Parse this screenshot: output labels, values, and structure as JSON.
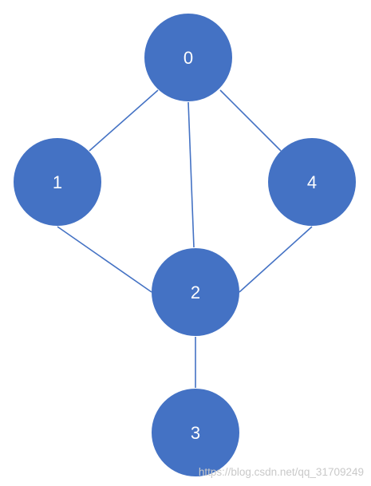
{
  "graph": {
    "nodes": [
      {
        "id": "0",
        "label": "0"
      },
      {
        "id": "1",
        "label": "1"
      },
      {
        "id": "2",
        "label": "2"
      },
      {
        "id": "3",
        "label": "3"
      },
      {
        "id": "4",
        "label": "4"
      }
    ],
    "edges": [
      {
        "from": "0",
        "to": "1"
      },
      {
        "from": "0",
        "to": "2"
      },
      {
        "from": "0",
        "to": "4"
      },
      {
        "from": "1",
        "to": "2"
      },
      {
        "from": "4",
        "to": "2"
      },
      {
        "from": "2",
        "to": "3"
      }
    ],
    "node_color": "#4472c4",
    "edge_color": "#4472c4",
    "label_color": "#ffffff"
  },
  "watermark": {
    "text": "https://blog.csdn.net/qq_31709249",
    "color": "#c9c9c9"
  }
}
